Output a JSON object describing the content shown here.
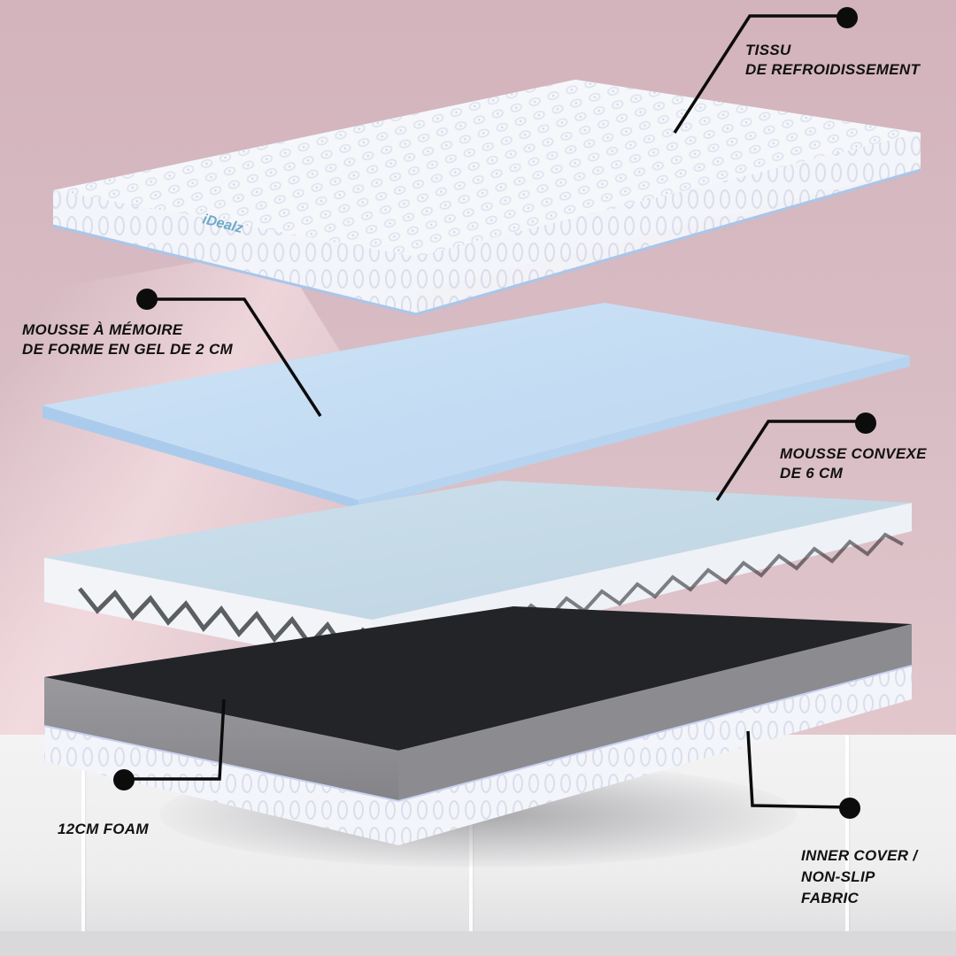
{
  "infographic": {
    "subject": "Mattress layer breakdown",
    "layers": [
      {
        "id": "cover",
        "label_lines": [
          "TISSU",
          "DE REFROIDISSEMENT"
        ]
      },
      {
        "id": "gel-foam",
        "label_lines": [
          "MOUSSE À MÉMOIRE",
          "DE FORME EN GEL DE 2 CM"
        ]
      },
      {
        "id": "convex-foam",
        "label_lines": [
          "MOUSSE CONVEXE",
          "DE 6 CM"
        ]
      },
      {
        "id": "base-foam",
        "label_lines": [
          "12CM FOAM"
        ]
      },
      {
        "id": "inner-cover",
        "label_lines": [
          "INNER COVER /",
          "NON-SLIP",
          "FABRIC"
        ]
      }
    ],
    "brand_mark": "iDealz"
  },
  "colors": {
    "wall": "#d6b9c1",
    "floor": "#efeff0",
    "cover_white": "#f4f6fb",
    "gel_blue": "#c7def3",
    "convex_top": "#c5d9e6",
    "convex_side": "#f2f4f8",
    "base_top": "#232428",
    "base_side": "#8f8f93",
    "callout": "#0c0c0c"
  }
}
